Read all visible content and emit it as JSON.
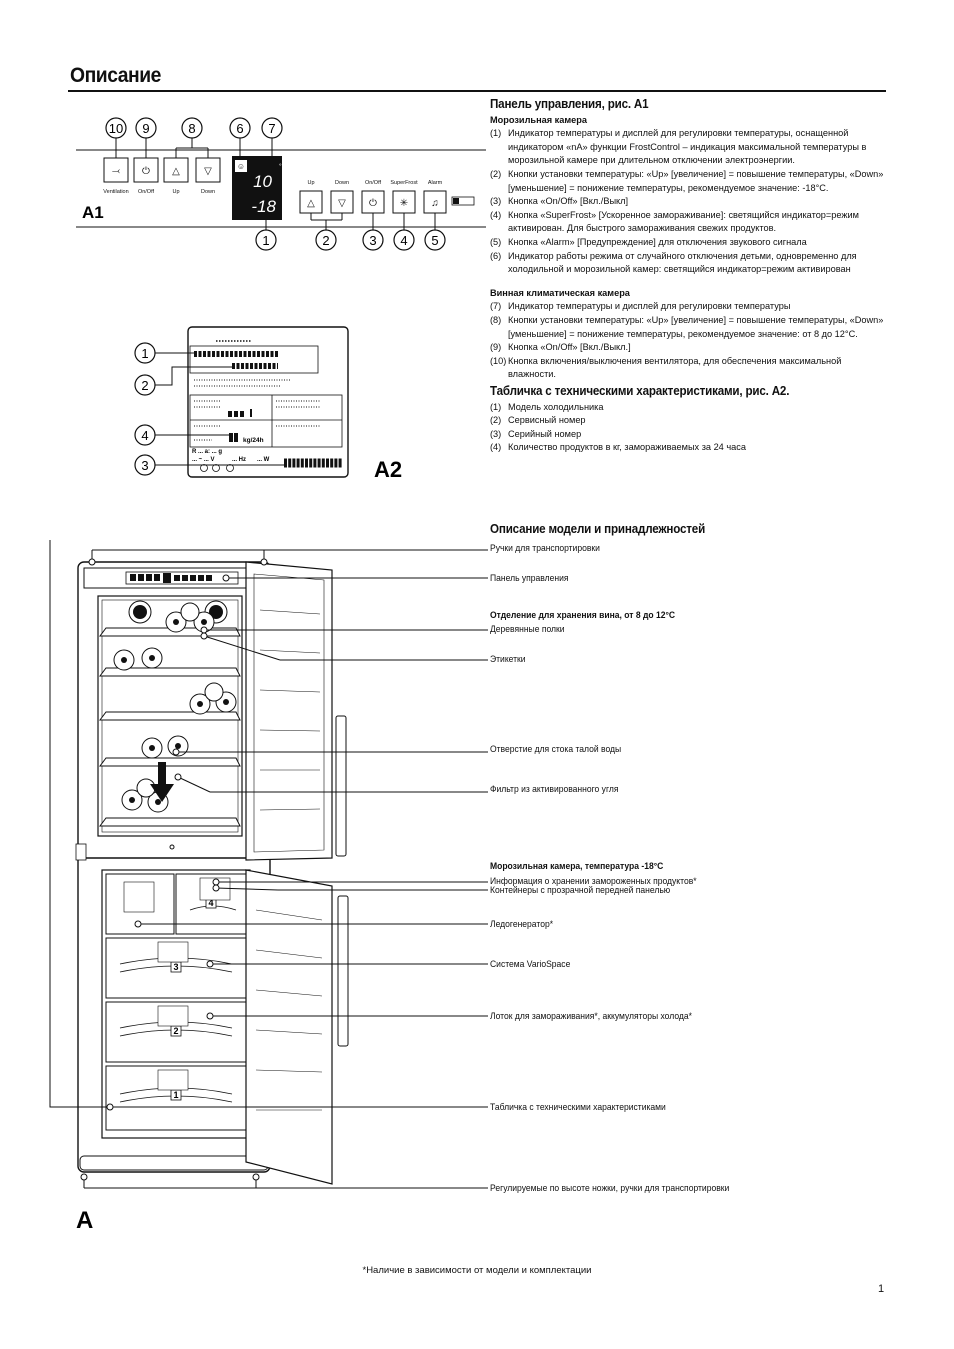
{
  "page_title": "Описание",
  "fig_a1": {
    "label": "A1",
    "callouts_top": [
      "10",
      "9",
      "8",
      "6",
      "7"
    ],
    "callouts_bottom": [
      "1",
      "2",
      "3",
      "4",
      "5"
    ],
    "button_labels": {
      "ventilation": "Ventilation",
      "onoff_left": "On/Off",
      "up_left": "Up",
      "down_left": "Down",
      "up_right": "Up",
      "down_right": "Down",
      "onoff_right": "On/Off",
      "superfrost": "SuperFrost",
      "alarm": "Alarm"
    },
    "display_wine": "10",
    "display_freezer": "-18",
    "unit": "°C"
  },
  "fig_a2": {
    "label": "A2",
    "callouts": [
      "1",
      "2",
      "4",
      "3"
    ],
    "plate_texts": {
      "kg": "kg/24h",
      "r": "R ... a: ... g",
      "v": "... ~ ... V",
      "hz": "... Hz",
      "w": "... W"
    }
  },
  "fig_a": {
    "label": "A",
    "drawer_numbers": [
      "4",
      "3",
      "2",
      "1"
    ]
  },
  "panel_section": {
    "heading": "Панель управления, рис. A1",
    "freezer_sub": "Морозильная камера",
    "freezer_items": [
      {
        "n": "(1)",
        "t": "Индикатор температуры и дисплей для регулировки температуры, оснащенной индикатором «nA» функции FrostControl – индикация максимальной температуры в морозильной камере при длительном отключении электроэнергии."
      },
      {
        "n": "(2)",
        "t": "Кнопки установки температуры: «Up» [увеличение] = повышение температуры, «Down» [уменьшение] = понижение температуры, рекомендуемое значение: -18°C."
      },
      {
        "n": "(3)",
        "t": "Кнопка «On/Off» [Вкл./Выкл]"
      },
      {
        "n": "(4)",
        "t": "Кнопка «SuperFrost» [Ускоренное замораживание]: светящийся индикатор=режим активирован. Для быстрого замораживания свежих продуктов."
      },
      {
        "n": "(5)",
        "t": "Кнопка «Alarm» [Предупреждение] для отключения звукового сигнала"
      },
      {
        "n": "(6)",
        "t": "Индикатор работы режима от случайного отключения детьми, одновременно для холодильной и морозильной камер: светящийся индикатор=режим активирован"
      }
    ],
    "wine_sub": "Винная климатическая камера",
    "wine_items": [
      {
        "n": "(7)",
        "t": "Индикатор температуры и дисплей для регулировки температуры"
      },
      {
        "n": "(8)",
        "t": "Кнопки установки температуры: «Up» [увеличение] = повышение температуры, «Down» [уменьшение] = понижение температуры, рекомендуемое значение: от 8 до 12°C."
      },
      {
        "n": "(9)",
        "t": "Кнопка «On/Off» [Вкл./Выкл.]"
      },
      {
        "n": "(10)",
        "t": "Кнопка включения/выключения вентилятора, для обеспечения максимальной влажности."
      }
    ]
  },
  "plate_section": {
    "heading": "Табличка с техническими характеристиками, рис. A2.",
    "items": [
      {
        "n": "(1)",
        "t": "Модель холодильника"
      },
      {
        "n": "(2)",
        "t": "Сервисный номер"
      },
      {
        "n": "(3)",
        "t": "Серийный номер"
      },
      {
        "n": "(4)",
        "t": "Количество продуктов в кг, замораживаемых за 24 часа"
      }
    ]
  },
  "model_section": {
    "heading": "Описание модели и принадлежностей",
    "labels": {
      "handles": "Ручки для транспортировки",
      "control_panel": "Панель управления",
      "wine_compartment": "Отделение для хранения вина, от 8 до 12°C",
      "wooden_shelves": "Деревянные полки",
      "tags": "Этикетки",
      "drain_hole": "Отверстие для стока талой воды",
      "carbon_filter": "Фильтр из активированного угля",
      "freezer_compartment": "Морозильная камера, температура -18°C",
      "storage_info": "Информация о хранении замороженных продуктов*",
      "containers": "Контейнеры с прозрачной передней панелью",
      "ice_maker": "Ледогенератор*",
      "variospace": "Система VarioSpace",
      "freezer_tray": "Лоток для замораживания*, аккумуляторы холода*",
      "rating_plate": "Табличка с техническими характеристиками",
      "feet": "Регулируемые по высоте ножки, ручки для транспортировки"
    }
  },
  "footnote": "*Наличие в зависимости от модели и комплектации",
  "page_number": "1"
}
